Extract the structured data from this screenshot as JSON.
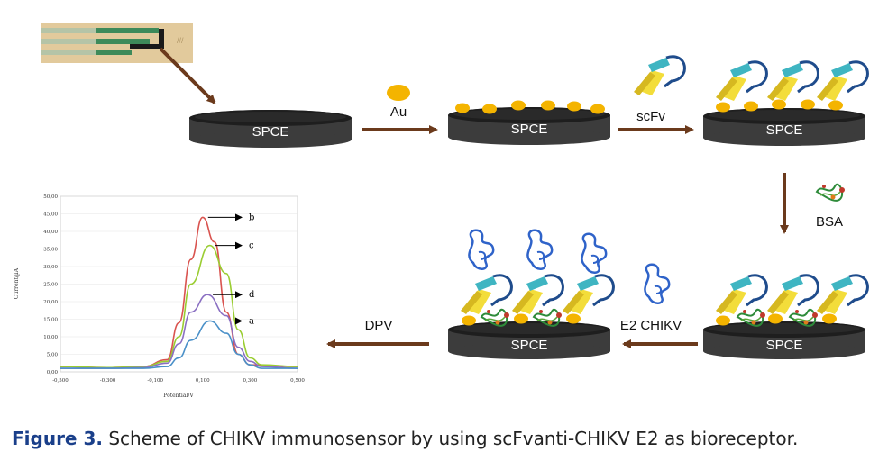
{
  "disk_label": "SPCE",
  "steps": {
    "gold": "Au",
    "antibody": "scFv",
    "blocking": "BSA",
    "antigen": "E2 CHIKV",
    "detection": "DPV"
  },
  "plot": {
    "xlabel": "Potential/V",
    "ylabel": "Current/µA",
    "yticks": [
      "0,00",
      "5,00",
      "10,00",
      "15,00",
      "20,00",
      "25,00",
      "30,00",
      "35,00",
      "40,00",
      "45,00",
      "50,00"
    ],
    "xticks": [
      "-0,500",
      "-0,300",
      "-0,100",
      "0,100",
      "0,300",
      "0,500"
    ],
    "curve_labels": [
      "b",
      "c",
      "d",
      "a"
    ]
  },
  "chart_data": {
    "type": "line",
    "xlabel": "Potential/V",
    "ylabel": "Current/µA",
    "xlim": [
      -0.5,
      0.5
    ],
    "ylim": [
      0,
      50
    ],
    "series": [
      {
        "name": "b",
        "color": "#d9534f",
        "x": [
          -0.5,
          -0.3,
          -0.15,
          -0.05,
          0.0,
          0.05,
          0.1,
          0.15,
          0.2,
          0.25,
          0.3,
          0.5
        ],
        "y": [
          1.5,
          1.2,
          1.5,
          3.5,
          14,
          32,
          44,
          37,
          17,
          5,
          2,
          1.5
        ]
      },
      {
        "name": "c",
        "color": "#9acd32",
        "x": [
          -0.5,
          -0.3,
          -0.15,
          -0.05,
          0.0,
          0.05,
          0.13,
          0.2,
          0.25,
          0.3,
          0.35,
          0.5
        ],
        "y": [
          1.5,
          1.2,
          1.5,
          3,
          10,
          25,
          36,
          28,
          12,
          4,
          2,
          1.5
        ]
      },
      {
        "name": "d",
        "color": "#8a6fc2",
        "x": [
          -0.5,
          -0.3,
          -0.15,
          -0.05,
          0.0,
          0.05,
          0.12,
          0.2,
          0.25,
          0.3,
          0.35,
          0.5
        ],
        "y": [
          1.0,
          1.0,
          1.2,
          2.5,
          8,
          17,
          22,
          16,
          7,
          3,
          1.5,
          1.0
        ]
      },
      {
        "name": "a",
        "color": "#4a90c8",
        "x": [
          -0.5,
          -0.3,
          -0.15,
          -0.05,
          0.0,
          0.05,
          0.13,
          0.2,
          0.25,
          0.3,
          0.35,
          0.5
        ],
        "y": [
          1.0,
          1.0,
          1.0,
          1.5,
          4,
          9,
          14.5,
          11,
          5,
          2,
          1,
          1.0
        ]
      }
    ]
  },
  "caption": {
    "figure": "Figure 3.",
    "text": " Scheme of CHIKV immunosensor by using scFvanti-CHIKV E2 as bioreceptor."
  }
}
